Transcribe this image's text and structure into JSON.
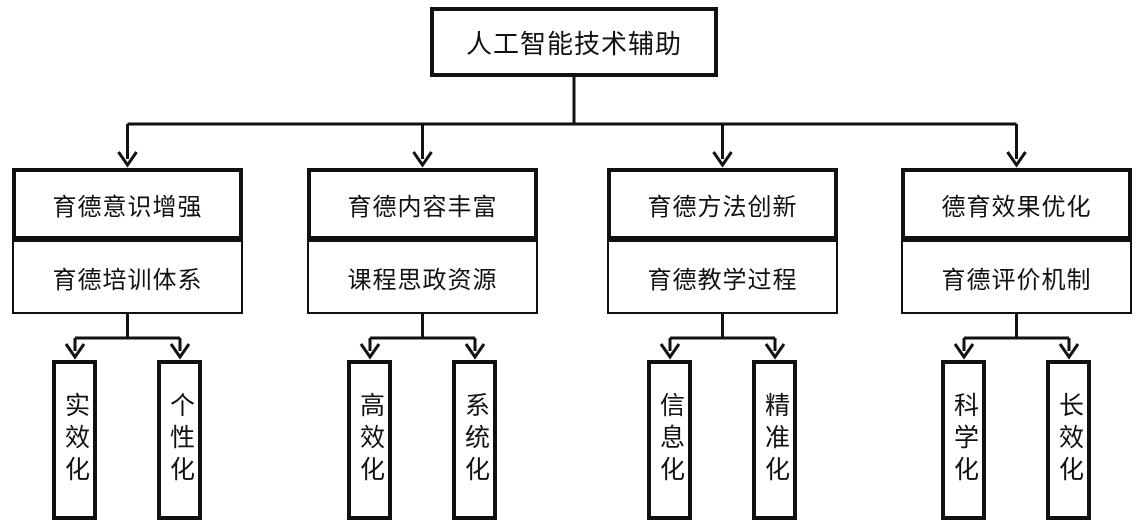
{
  "diagram": {
    "root": {
      "label": "人工智能技术辅助"
    },
    "branches": [
      {
        "title": "育德意识增强",
        "subtitle": "育德培训体系",
        "leaves": [
          "实效化",
          "个性化"
        ]
      },
      {
        "title": "育德内容丰富",
        "subtitle": "课程思政资源",
        "leaves": [
          "高效化",
          "系统化"
        ]
      },
      {
        "title": "育德方法创新",
        "subtitle": "育德教学过程",
        "leaves": [
          "信息化",
          "精准化"
        ]
      },
      {
        "title": "德育效果优化",
        "subtitle": "育德评价机制",
        "leaves": [
          "科学化",
          "长效化"
        ]
      }
    ],
    "colors": {
      "line": "#111111",
      "text": "#111111",
      "background": "#ffffff"
    }
  }
}
